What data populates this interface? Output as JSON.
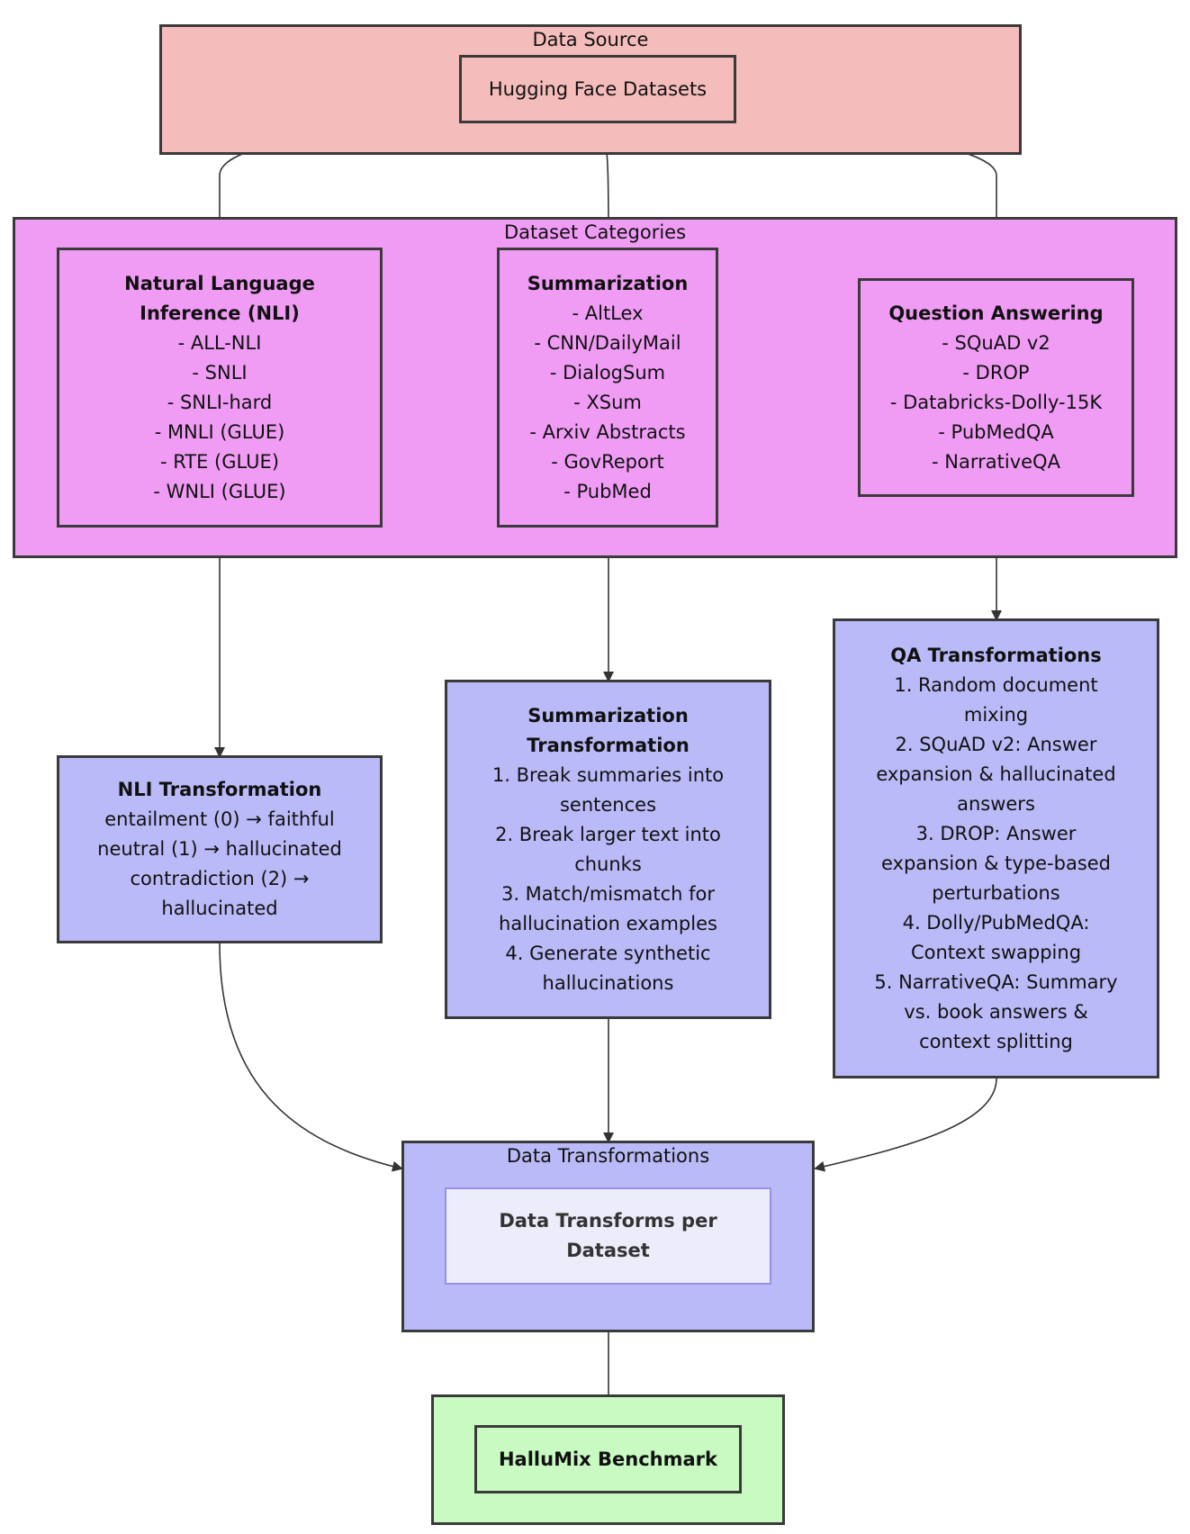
{
  "data_source": {
    "title": "Data Source",
    "node": "Hugging Face Datasets"
  },
  "categories": {
    "title": "Dataset Categories",
    "nli": {
      "title_lines": [
        "Natural Language",
        "Inference (NLI)"
      ],
      "items": [
        "- ALL-NLI",
        "- SNLI",
        "- SNLI-hard",
        "- MNLI (GLUE)",
        "- RTE (GLUE)",
        "- WNLI (GLUE)"
      ]
    },
    "summarization": {
      "title_lines": [
        "Summarization"
      ],
      "items": [
        "- AltLex",
        "- CNN/DailyMail",
        "- DialogSum",
        "- XSum",
        "- Arxiv Abstracts",
        "- GovReport",
        "- PubMed"
      ]
    },
    "qa": {
      "title_lines": [
        "Question Answering"
      ],
      "items": [
        "- SQuAD v2",
        "- DROP",
        "- Databricks-Dolly-15K",
        "- PubMedQA",
        "- NarrativeQA"
      ]
    }
  },
  "nli_transform": {
    "title": "NLI Transformation",
    "lines": [
      "entailment (0) → faithful",
      "neutral (1) → hallucinated",
      "contradiction (2) →",
      "hallucinated"
    ]
  },
  "sum_transform": {
    "title_lines": [
      "Summarization",
      "Transformation"
    ],
    "lines": [
      "1. Break summaries into",
      "sentences",
      "2. Break larger text into",
      "chunks",
      "3. Match/mismatch for",
      "hallucination examples",
      "4. Generate synthetic",
      "hallucinations"
    ]
  },
  "qa_transform": {
    "title": "QA Transformations",
    "lines": [
      "1. Random document",
      "mixing",
      "2. SQuAD v2: Answer",
      "expansion & hallucinated",
      "answers",
      "3. DROP: Answer",
      "expansion & type-based",
      "perturbations",
      "4. Dolly/PubMedQA:",
      "Context swapping",
      "5. NarrativeQA: Summary",
      "vs. book answers &",
      "context splitting"
    ]
  },
  "data_transformations": {
    "title": "Data Transformations",
    "node_lines": [
      "Data Transforms per",
      "Dataset"
    ]
  },
  "benchmark": {
    "node": "HalluMix Benchmark"
  },
  "colors": {
    "pink": "#f5bcbc",
    "magenta": "#f09cf5",
    "lavender": "#babaf8",
    "green": "#c8fac2",
    "border": "#3a3a3a"
  }
}
